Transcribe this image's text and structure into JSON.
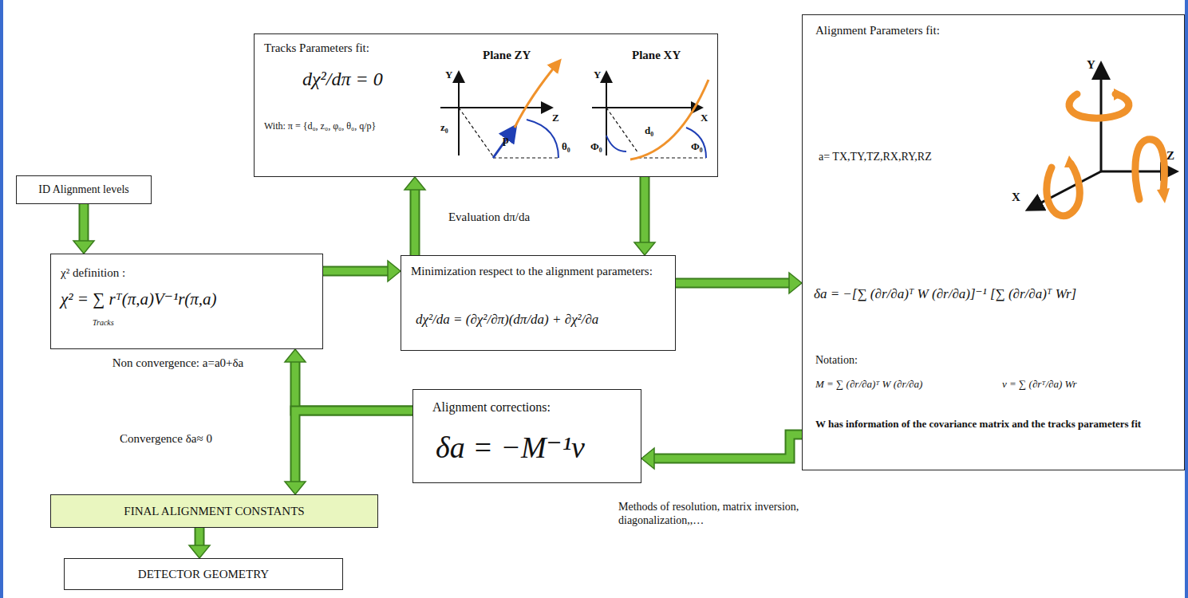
{
  "diagram": {
    "nodes": [
      {
        "text": [
          "Tracks Parameters fit:",
          "dχ²/dπ = 0",
          "With: π = {d₀, z₀, φ₀, θ₀, q/p}"
        ]
      },
      {
        "text": [
          "Alignment Parameters fit:",
          "a= TX,TY,TZ,RX,RY,RZ",
          "δa = −[∑ (∂r/∂a)ᵀ W (∂r/∂a)]⁻¹ [∑ (∂r/∂a)ᵀ Wr]",
          "Notation:",
          "M = ∑ (∂r/∂a)ᵀ W (∂r/∂a)",
          "ν = ∑ (∂rᵀ/∂a) Wr",
          "W has information of the covariance matrix and the tracks parameters fit"
        ]
      },
      {
        "text": [
          "ID Alignment levels"
        ]
      },
      {
        "text": [
          "χ² definition :",
          "χ² = ∑ rᵀ(π,a)V⁻¹r(π,a)",
          "Tracks"
        ]
      },
      {
        "text": [
          "Minimization respect to the alignment parameters:",
          "dχ²/da = (∂χ²/∂π)(dπ/da) + ∂χ²/∂a"
        ]
      },
      {
        "text": [
          "Alignment corrections:",
          "δa = −M⁻¹ν"
        ]
      },
      {
        "text": [
          "FINAL ALIGNMENT CONSTANTS"
        ]
      },
      {
        "text": [
          "DETECTOR GEOMETRY"
        ]
      }
    ],
    "edges": [
      {
        "from": 2,
        "to": 3,
        "arrow": "to"
      },
      {
        "from": 3,
        "to": 4,
        "arrow": "to"
      },
      {
        "from": 4,
        "to": 0,
        "label": "Evaluation dπ/da",
        "arrow": "to"
      },
      {
        "from": 0,
        "to": 4,
        "arrow": "to"
      },
      {
        "from": 4,
        "to": 1,
        "arrow": "to"
      },
      {
        "from": 1,
        "to": 5,
        "arrow": "to"
      },
      {
        "from": 5,
        "to": 3,
        "label": "Non convergence: a=a0+δa",
        "arrow": "to"
      },
      {
        "from": 5,
        "to": 6,
        "label": "Convergence δa≈ 0",
        "arrow": "to"
      },
      {
        "from": 6,
        "to": 7,
        "arrow": "to"
      }
    ],
    "labels": [
      "Plane ZY",
      "Y",
      "Z",
      "z₀",
      "p",
      "θ₀",
      "Plane XY",
      "Y",
      "X",
      "d₀",
      "Φ₀",
      "Φ₀",
      "Y",
      "Z",
      "X",
      "Methods of resolution, matrix inversion, diagonalization,,…"
    ]
  }
}
